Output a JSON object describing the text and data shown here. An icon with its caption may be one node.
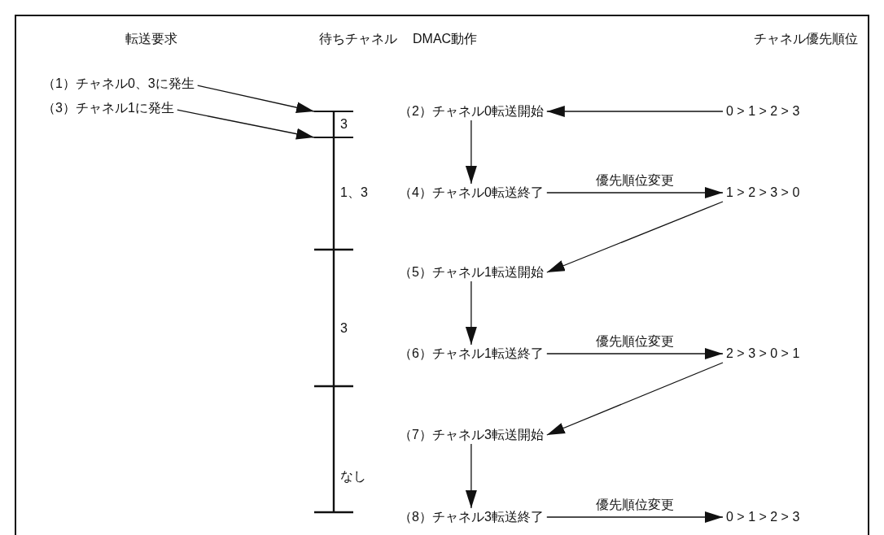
{
  "diagram": {
    "nodes": [
      {
        "text": [
          "（1）チャネル0、3に発生"
        ]
      },
      {
        "text": [
          "（3）チャネル1に発生"
        ]
      },
      {
        "text": [],
        "shape": "bar"
      },
      {
        "text": [],
        "shape": "bar"
      },
      {
        "text": [
          "（2）チャネル0転送開始"
        ]
      },
      {
        "text": [
          "（4）チャネル0転送終了"
        ]
      },
      {
        "text": [
          "（5）チャネル1転送開始"
        ]
      },
      {
        "text": [
          "（6）チャネル1転送終了"
        ]
      },
      {
        "text": [
          "（7）チャネル3転送開始"
        ]
      },
      {
        "text": [
          "（8）チャネル3転送終了"
        ]
      },
      {
        "text": [
          "0 > 1 > 2 > 3"
        ]
      },
      {
        "text": [
          "1 > 2 > 3 > 0"
        ]
      },
      {
        "text": [
          "2 > 3 > 0 > 1"
        ]
      },
      {
        "text": [
          "0 > 1 > 2 > 3"
        ]
      }
    ],
    "edges": [
      {
        "from": 0,
        "to": 2,
        "arrow": "to"
      },
      {
        "from": 1,
        "to": 3,
        "arrow": "to"
      },
      {
        "from": 10,
        "to": 4,
        "arrow": "to"
      },
      {
        "from": 4,
        "to": 5,
        "arrow": "to"
      },
      {
        "from": 5,
        "to": 11,
        "arrow": "to",
        "label": "優先順位変更"
      },
      {
        "from": 11,
        "to": 6,
        "arrow": "to"
      },
      {
        "from": 6,
        "to": 7,
        "arrow": "to"
      },
      {
        "from": 7,
        "to": 12,
        "arrow": "to",
        "label": "優先順位変更"
      },
      {
        "from": 12,
        "to": 8,
        "arrow": "to"
      },
      {
        "from": 8,
        "to": 9,
        "arrow": "to"
      },
      {
        "from": 9,
        "to": 13,
        "arrow": "to",
        "label": "優先順位変更"
      }
    ],
    "labels": [
      "転送要求",
      "待ちチャネル",
      "DMAC動作",
      "チャネル優先順位",
      "3",
      "1、3",
      "3",
      "なし"
    ]
  }
}
